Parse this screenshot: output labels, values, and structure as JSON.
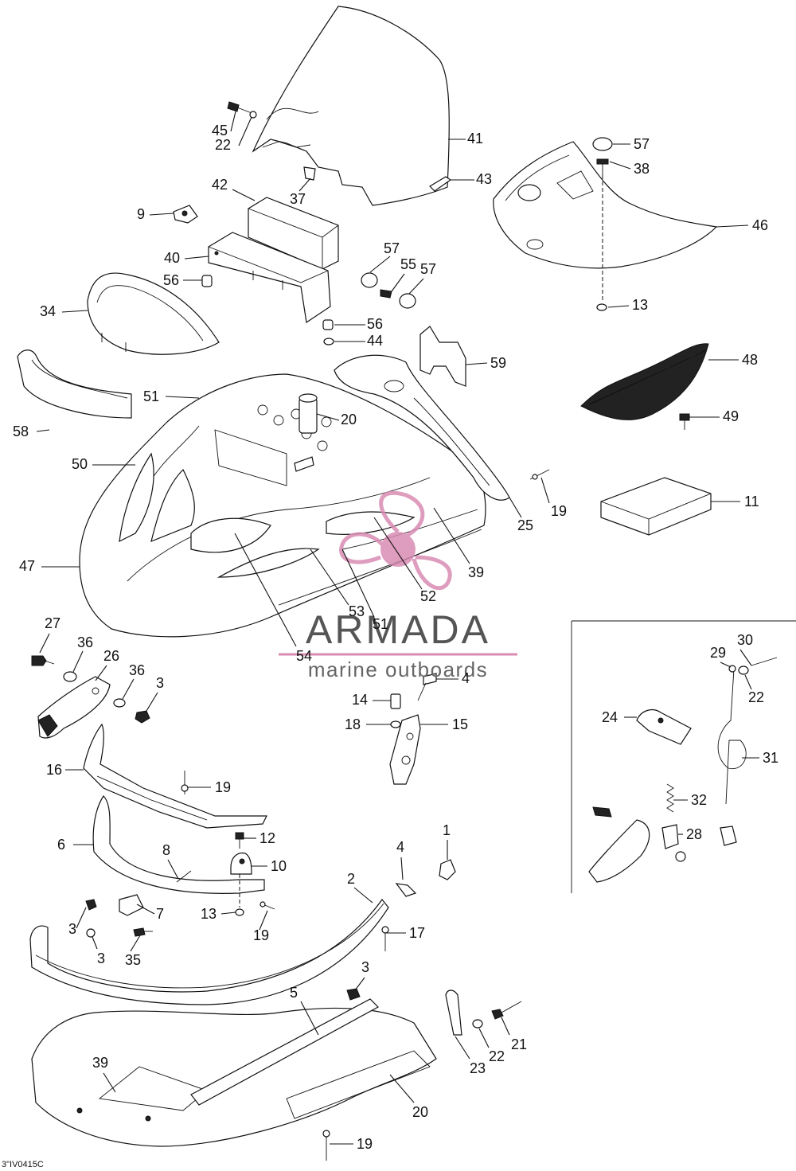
{
  "diagram": {
    "drawing_code": "3\"IV0415C",
    "watermark": {
      "brand": "ARMADA",
      "tagline": "marine outboards",
      "accent_color": "#d98cb3",
      "text_color": "#555555"
    },
    "inset_panel": true
  },
  "callouts": [
    {
      "label": "45"
    },
    {
      "label": "22"
    },
    {
      "label": "41"
    },
    {
      "label": "37"
    },
    {
      "label": "43"
    },
    {
      "label": "42"
    },
    {
      "label": "9"
    },
    {
      "label": "40"
    },
    {
      "label": "56"
    },
    {
      "label": "34"
    },
    {
      "label": "57"
    },
    {
      "label": "55"
    },
    {
      "label": "57"
    },
    {
      "label": "56"
    },
    {
      "label": "44"
    },
    {
      "label": "57"
    },
    {
      "label": "38"
    },
    {
      "label": "46"
    },
    {
      "label": "13"
    },
    {
      "label": "59"
    },
    {
      "label": "48"
    },
    {
      "label": "49"
    },
    {
      "label": "58"
    },
    {
      "label": "51"
    },
    {
      "label": "20"
    },
    {
      "label": "50"
    },
    {
      "label": "47"
    },
    {
      "label": "25"
    },
    {
      "label": "19"
    },
    {
      "label": "11"
    },
    {
      "label": "39"
    },
    {
      "label": "52"
    },
    {
      "label": "53"
    },
    {
      "label": "51"
    },
    {
      "label": "54"
    },
    {
      "label": "27"
    },
    {
      "label": "36"
    },
    {
      "label": "26"
    },
    {
      "label": "36"
    },
    {
      "label": "3"
    },
    {
      "label": "4"
    },
    {
      "label": "14"
    },
    {
      "label": "18"
    },
    {
      "label": "15"
    },
    {
      "label": "16"
    },
    {
      "label": "19"
    },
    {
      "label": "12"
    },
    {
      "label": "6"
    },
    {
      "label": "8"
    },
    {
      "label": "10"
    },
    {
      "label": "1"
    },
    {
      "label": "4"
    },
    {
      "label": "2"
    },
    {
      "label": "7"
    },
    {
      "label": "3"
    },
    {
      "label": "13"
    },
    {
      "label": "19"
    },
    {
      "label": "3"
    },
    {
      "label": "35"
    },
    {
      "label": "17"
    },
    {
      "label": "3"
    },
    {
      "label": "5"
    },
    {
      "label": "21"
    },
    {
      "label": "22"
    },
    {
      "label": "23"
    },
    {
      "label": "39"
    },
    {
      "label": "20"
    },
    {
      "label": "19"
    },
    {
      "label": "30"
    },
    {
      "label": "29"
    },
    {
      "label": "22"
    },
    {
      "label": "24"
    },
    {
      "label": "31"
    },
    {
      "label": "32"
    },
    {
      "label": "28"
    }
  ]
}
